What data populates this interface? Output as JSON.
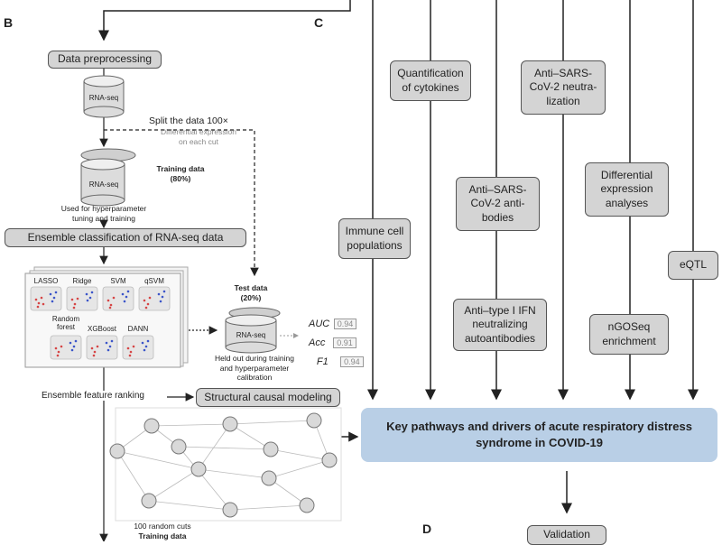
{
  "panels": {
    "b": "B",
    "c": "C",
    "d": "D"
  },
  "pipeline": {
    "data_preprocessing": "Data preprocessing",
    "rnaseq_label": "RNA-seq",
    "split_note": "Split the data 100×",
    "diff_expr_note_1": "Differential expression",
    "diff_expr_note_2": "on each cut",
    "training_data_1": "Training data",
    "training_data_2": "(80%)",
    "hyper_note_1": "Used for hyperparameter",
    "hyper_note_2": "tuning and training",
    "ensemble_classification": "Ensemble classification of RNA-seq data",
    "models": [
      "LASSO",
      "Ridge",
      "SVM",
      "qSVM",
      "Random forest",
      "XGBoost",
      "DANN"
    ],
    "test_data_1": "Test data",
    "test_data_2": "(20%)",
    "held_out_1": "Held out during training",
    "held_out_2": "and hyperparameter",
    "held_out_3": "calibration",
    "metrics": [
      {
        "name": "AUC",
        "value": "0.94"
      },
      {
        "name": "Acc",
        "value": "0.91"
      },
      {
        "name": "F1",
        "value": "0.94"
      }
    ],
    "ensemble_feature_ranking": "Ensemble feature ranking",
    "structural_causal_modeling": "Structural causal modeling",
    "random_cuts_1": "100 random cuts",
    "random_cuts_2": "Training data"
  },
  "panel_c": {
    "quantification": "Quantification of cytokines",
    "anti_sars_neutra": "Anti–SARS-CoV-2 neutra-lization",
    "immune_cell": "Immune cell populations",
    "anti_sars_antibodies": "Anti–SARS-CoV-2 anti-bodies",
    "diff_expression": "Differential expression analyses",
    "eqtl": "eQTL",
    "anti_type_i": "Anti–type I IFN neutralizing autoantibodies",
    "ngoseq": "nGOSeq enrichment",
    "key_pathways": "Key pathways and drivers of acute respiratory distress syndrome in COVID-19",
    "validation": "Validation"
  }
}
